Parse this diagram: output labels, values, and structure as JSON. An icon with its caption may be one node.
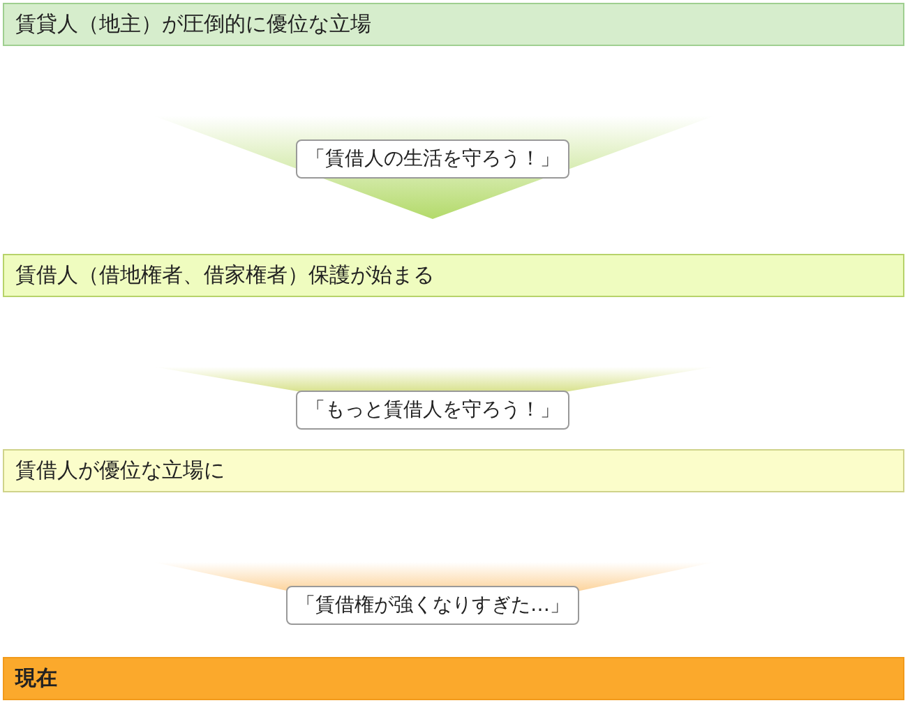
{
  "diagram": {
    "nodes": [
      {
        "text": [
          "賃貸人（地主）が圧倒的に優位な立場"
        ]
      },
      {
        "text": [
          "賃借人（借地権者、借家権者）保護が始まる"
        ]
      },
      {
        "text": [
          "賃借人が優位な立場に"
        ]
      },
      {
        "text": [
          "現在"
        ]
      }
    ],
    "edges": [
      {
        "from": 0,
        "to": 1,
        "arrow": "to",
        "label": "「賃借人の生活を守ろう！」",
        "color": "#b3da6a"
      },
      {
        "from": 1,
        "to": 2,
        "arrow": "to",
        "label": "「もっと賃借人を守ろう！」",
        "color": "#b5c726"
      },
      {
        "from": 2,
        "to": 3,
        "arrow": "to",
        "label": "「賃借権が強くなりすぎた…」",
        "color": "#f9a532"
      }
    ]
  }
}
